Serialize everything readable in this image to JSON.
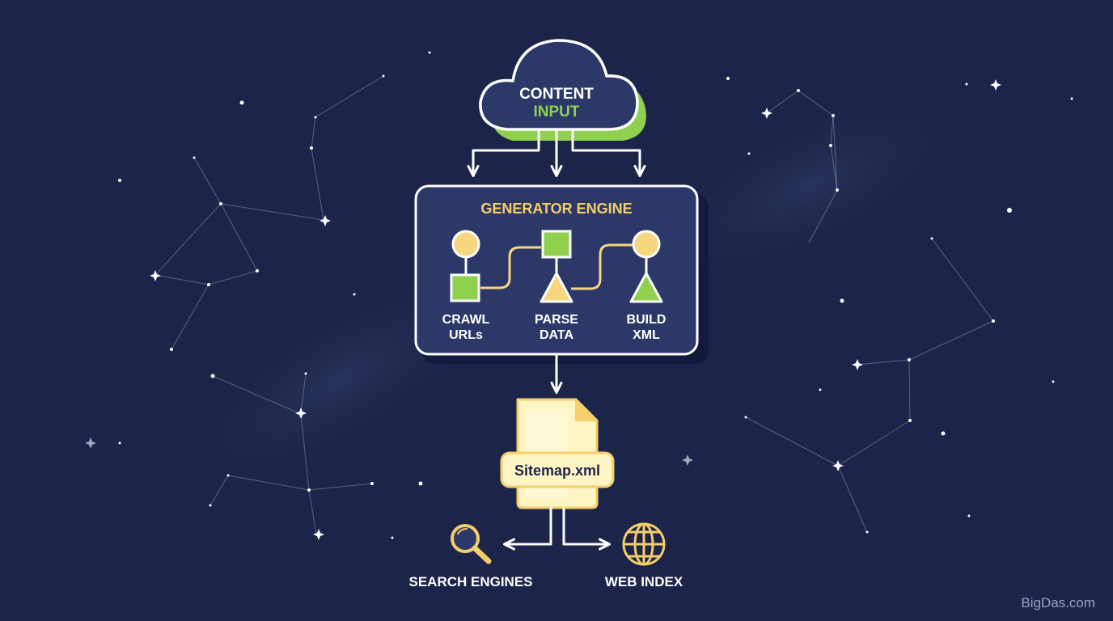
{
  "colors": {
    "background": "#1c2449",
    "panel": "#2c3868",
    "stroke": "#ffffff",
    "green": "#8fd14f",
    "yellow": "#f6d77f",
    "gold": "#f3ce6b",
    "connector": "#f6d77f"
  },
  "cloud": {
    "line1": "CONTENT",
    "line2": "INPUT"
  },
  "engine": {
    "title": "GENERATOR ENGINE",
    "steps": [
      {
        "line1": "CRAWL",
        "line2": "URLs",
        "top_shape": "circle",
        "bottom_shape": "square"
      },
      {
        "line1": "PARSE",
        "line2": "DATA",
        "top_shape": "square",
        "bottom_shape": "triangle"
      },
      {
        "line1": "BUILD",
        "line2": "XML",
        "top_shape": "circle",
        "bottom_shape": "triangle"
      }
    ]
  },
  "file": {
    "label": "Sitemap.xml"
  },
  "outputs": [
    {
      "label": "SEARCH ENGINES",
      "icon": "magnifier-icon"
    },
    {
      "label": "WEB INDEX",
      "icon": "globe-icon"
    }
  ],
  "watermark": "BigDas.com"
}
